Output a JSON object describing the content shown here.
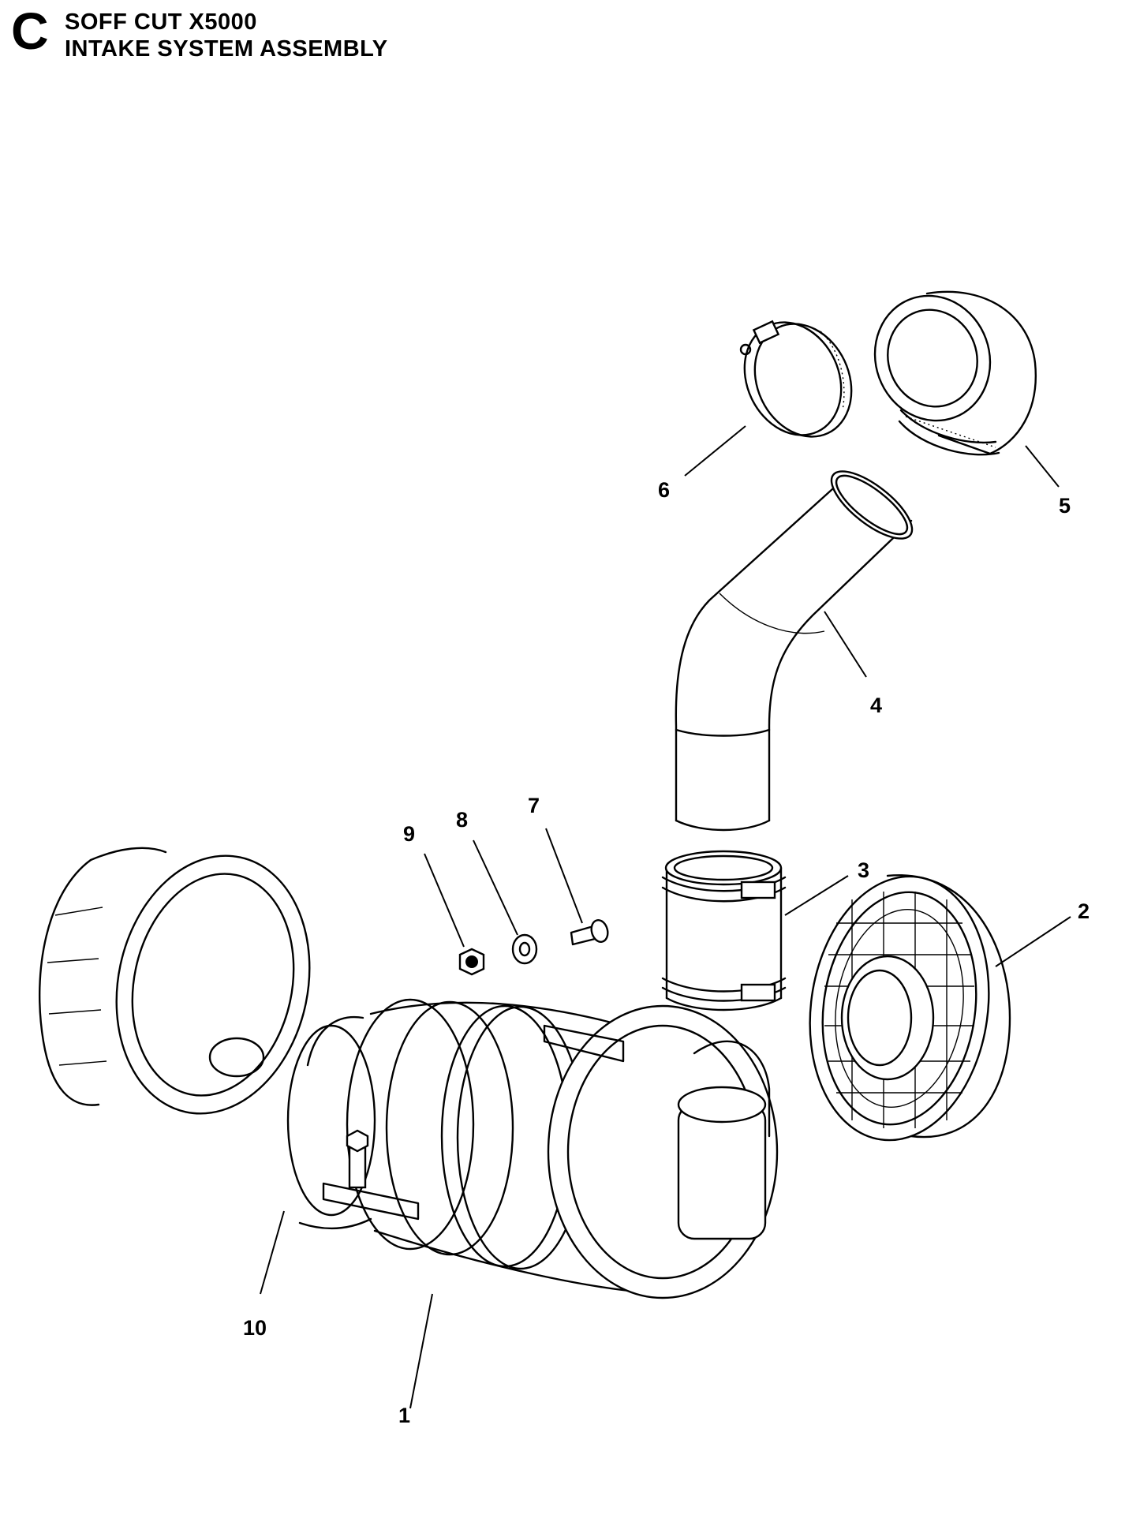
{
  "section_letter": "C",
  "title_line1": "SOFF CUT X5000",
  "title_line2": "INTAKE SYSTEM ASSEMBLY",
  "callouts": {
    "c1": "1",
    "c2": "2",
    "c3": "3",
    "c4": "4",
    "c5": "5",
    "c6": "6",
    "c7": "7",
    "c8": "8",
    "c9": "9",
    "c10": "10"
  }
}
